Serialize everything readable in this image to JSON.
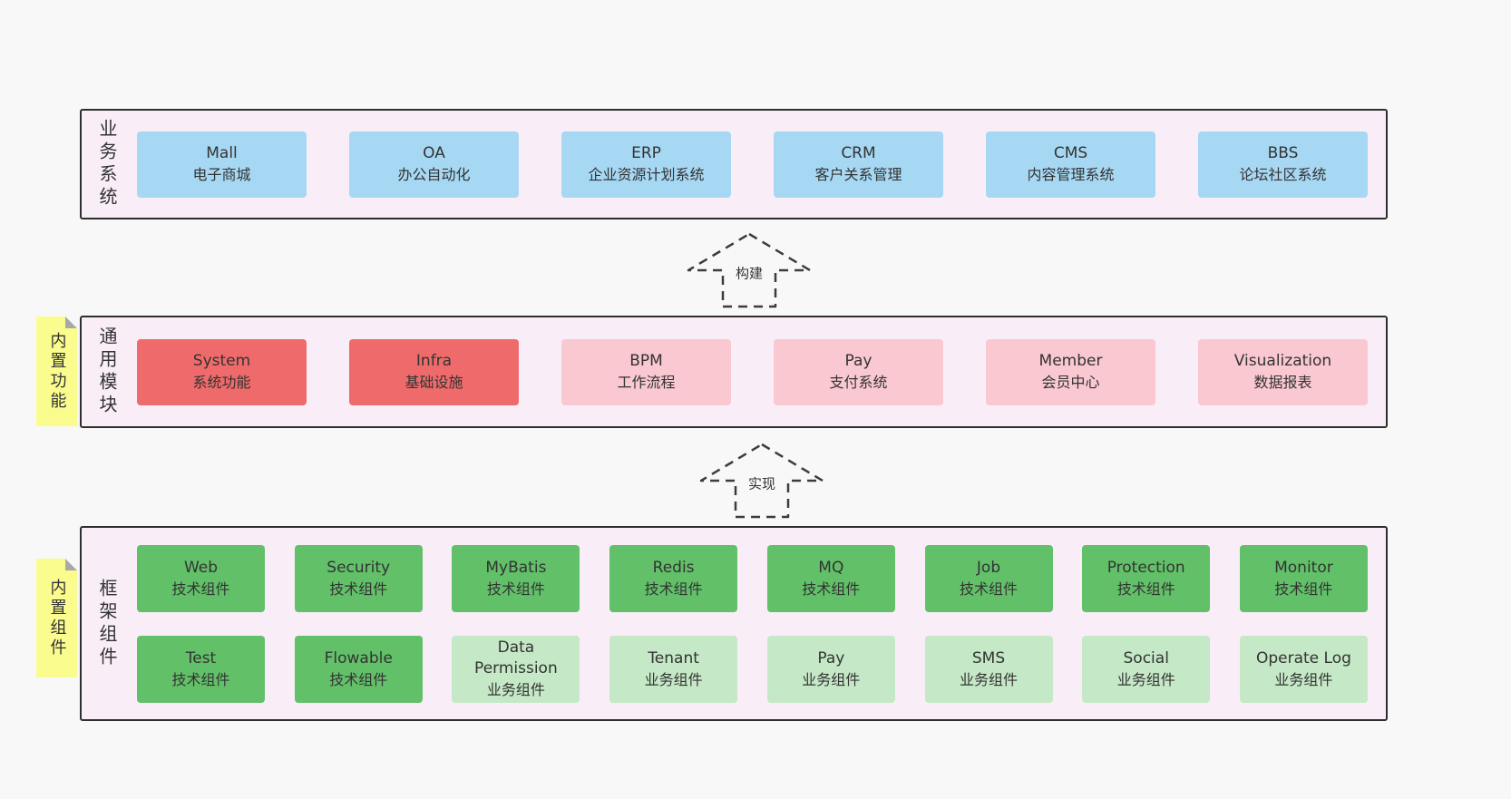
{
  "colors": {
    "page_bg": "#f8f8f8",
    "band_bg": "#f9eef8",
    "band_border": "#2e2e2e",
    "blue": "#a7d8f3",
    "red": "#ef6b6b",
    "pink": "#f9c8d1",
    "green_dark": "#62c069",
    "green_light": "#c5e8c6",
    "sticky_yellow": "#fafc8e"
  },
  "business_band": {
    "label": "业务系统",
    "items": [
      {
        "title": "Mall",
        "subtitle": "电子商城"
      },
      {
        "title": "OA",
        "subtitle": "办公自动化"
      },
      {
        "title": "ERP",
        "subtitle": "企业资源计划系统"
      },
      {
        "title": "CRM",
        "subtitle": "客户关系管理"
      },
      {
        "title": "CMS",
        "subtitle": "内容管理系统"
      },
      {
        "title": "BBS",
        "subtitle": "论坛社区系统"
      }
    ]
  },
  "modules_band": {
    "label": "通用模块",
    "sticky": "内置功能",
    "items": [
      {
        "title": "System",
        "subtitle": "系统功能",
        "variant": "red"
      },
      {
        "title": "Infra",
        "subtitle": "基础设施",
        "variant": "red"
      },
      {
        "title": "BPM",
        "subtitle": "工作流程",
        "variant": "pink"
      },
      {
        "title": "Pay",
        "subtitle": "支付系统",
        "variant": "pink"
      },
      {
        "title": "Member",
        "subtitle": "会员中心",
        "variant": "pink"
      },
      {
        "title": "Visualization",
        "subtitle": "数据报表",
        "variant": "pink"
      }
    ]
  },
  "components_band": {
    "label": "框架组件",
    "sticky": "内置组件",
    "row1": [
      {
        "title": "Web",
        "subtitle": "技术组件",
        "variant": "green-dark"
      },
      {
        "title": "Security",
        "subtitle": "技术组件",
        "variant": "green-dark"
      },
      {
        "title": "MyBatis",
        "subtitle": "技术组件",
        "variant": "green-dark"
      },
      {
        "title": "Redis",
        "subtitle": "技术组件",
        "variant": "green-dark"
      },
      {
        "title": "MQ",
        "subtitle": "技术组件",
        "variant": "green-dark"
      },
      {
        "title": "Job",
        "subtitle": "技术组件",
        "variant": "green-dark"
      },
      {
        "title": "Protection",
        "subtitle": "技术组件",
        "variant": "green-dark"
      },
      {
        "title": "Monitor",
        "subtitle": "技术组件",
        "variant": "green-dark"
      }
    ],
    "row2": [
      {
        "title": "Test",
        "subtitle": "技术组件",
        "variant": "green-dark"
      },
      {
        "title": "Flowable",
        "subtitle": "技术组件",
        "variant": "green-dark"
      },
      {
        "title": "Data Permission",
        "subtitle": "业务组件",
        "variant": "green-light"
      },
      {
        "title": "Tenant",
        "subtitle": "业务组件",
        "variant": "green-light"
      },
      {
        "title": "Pay",
        "subtitle": "业务组件",
        "variant": "green-light"
      },
      {
        "title": "SMS",
        "subtitle": "业务组件",
        "variant": "green-light"
      },
      {
        "title": "Social",
        "subtitle": "业务组件",
        "variant": "green-light"
      },
      {
        "title": "Operate Log",
        "subtitle": "业务组件",
        "variant": "green-light"
      }
    ]
  },
  "arrows": {
    "build": "构建",
    "implement": "实现"
  },
  "icons": {
    "arrow_style": "dashed-up-block-arrow"
  }
}
